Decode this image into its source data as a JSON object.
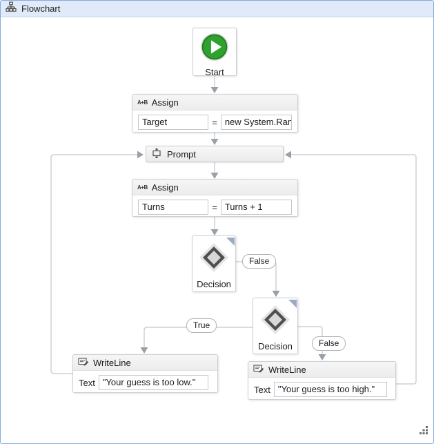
{
  "window": {
    "title": "Flowchart"
  },
  "canvas": {
    "nodes": {
      "start": {
        "label": "Start"
      },
      "assign_target": {
        "header": "Assign",
        "icon_text": "A+B",
        "left": "Target",
        "op": "=",
        "right": "new System.Random"
      },
      "prompt": {
        "header": "Prompt"
      },
      "assign_turns": {
        "header": "Assign",
        "icon_text": "A+B",
        "left": "Turns",
        "op": "=",
        "right": "Turns + 1"
      },
      "decision_1": {
        "label": "Decision"
      },
      "decision_2": {
        "label": "Decision"
      },
      "writeline_low": {
        "header": "WriteLine",
        "field": "Text",
        "value": "\"Your guess is too low.\""
      },
      "writeline_high": {
        "header": "WriteLine",
        "field": "Text",
        "value": "\"Your guess is too high.\""
      }
    },
    "connector_labels": {
      "false_top": "False",
      "true_left": "True",
      "false_right": "False"
    }
  },
  "colors": {
    "titlebar_bg": "#e1eaf8",
    "frame_border": "#84abdc",
    "start_green": "#2fa12f",
    "connector": "#cdd0d5",
    "arrowhead": "#9aa0a7",
    "decision_corner": "#9dabc2"
  }
}
